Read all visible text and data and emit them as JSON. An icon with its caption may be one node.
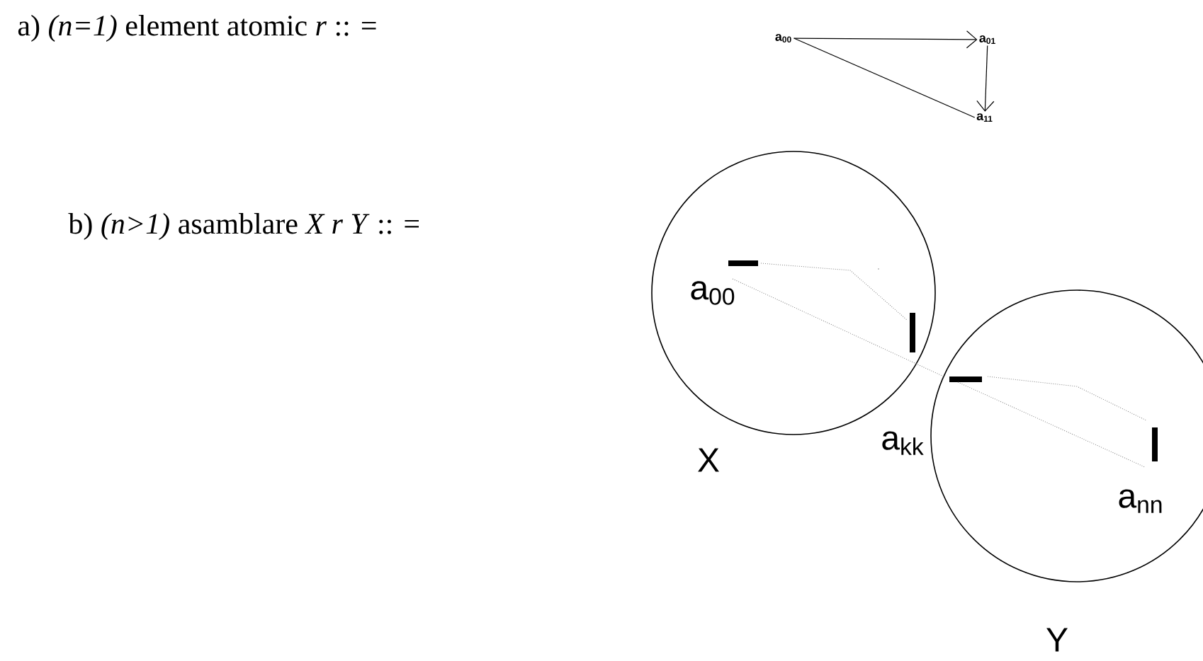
{
  "diagram": {
    "nodes": [
      {
        "text": [
          "a$_{00}$"
        ]
      },
      {
        "text": [
          "a$_{01}$"
        ]
      },
      {
        "text": [
          "a$_{11}$"
        ]
      },
      {
        "text": [
          "X"
        ]
      },
      {
        "text": [
          "Y"
        ]
      }
    ],
    "edges": [
      {
        "from": 0,
        "to": 1,
        "arrow": "to"
      },
      {
        "from": 1,
        "to": 2,
        "arrow": "to"
      },
      {
        "from": 0,
        "to": 2,
        "arrow": "none"
      }
    ],
    "labels": [
      "a) *(n=1)* element atomic *r* :: =",
      "b) *(n>1)* asamblare *X r Y* :: =",
      "a$_{00}$",
      "a$_{kk}$",
      "a$_{nn}$"
    ]
  }
}
